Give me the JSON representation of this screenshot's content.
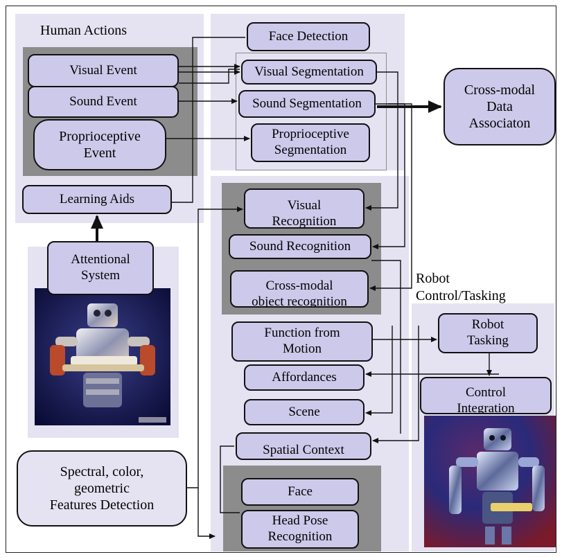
{
  "title_human_actions": "Human Actions",
  "robot_control_label": "Robot\nControl/Tasking",
  "boxes": {
    "visual_event": "Visual Event",
    "sound_event": "Sound Event",
    "proprioceptive_event": "Proprioceptive\nEvent",
    "learning_aids": "Learning Aids",
    "attentional_system": "Attentional\nSystem",
    "face_detection": "Face Detection",
    "visual_segmentation": "Visual Segmentation",
    "sound_segmentation": "Sound Segmentation",
    "proprioceptive_segmentation": "Proprioceptive\nSegmentation",
    "cross_modal_association": "Cross-modal\nData\nAssociaton",
    "visual_recognition": "Visual\nRecognition",
    "sound_recognition": "Sound Recognition",
    "cross_modal_object_recognition": "Cross-modal\nobject recognition",
    "function_from_motion": "Function from\nMotion",
    "affordances": "Affordances",
    "scene": "Scene",
    "spatial_context": "Spatial Context",
    "face": "Face",
    "head_pose_recognition": "Head Pose\nRecognition",
    "robot_tasking": "Robot\nTasking",
    "control_integration": "Control\nIntegration",
    "features_detection": "Spectral, color,\ngeometric\nFeatures Detection"
  },
  "colors": {
    "panel": "#e5e3f2",
    "gray_group": "#8c8c8c",
    "box_fill": "#cdc9ea",
    "stroke": "#111111"
  }
}
